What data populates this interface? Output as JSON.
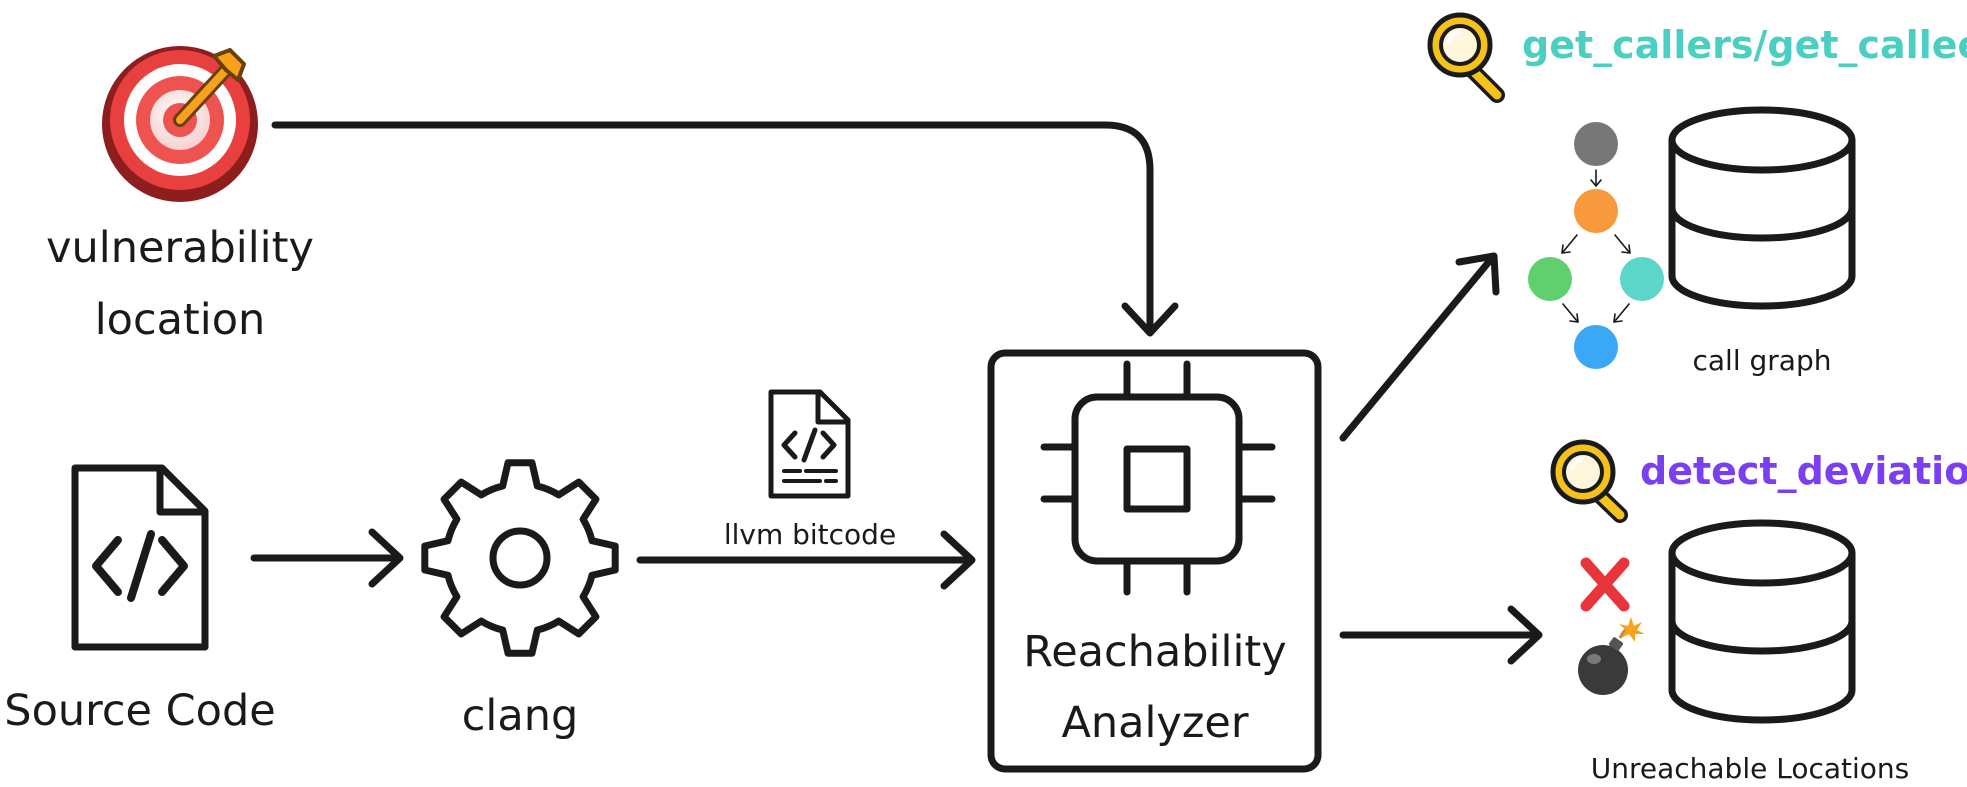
{
  "nodes": {
    "vulnerability": {
      "line1": "vulnerability",
      "line2": "location",
      "icon": "target-icon"
    },
    "source_code": {
      "label": "Source Code",
      "icon": "code-file-icon"
    },
    "clang": {
      "label": "clang",
      "icon": "gear-icon"
    },
    "bitcode": {
      "label": "llvm bitcode",
      "icon": "code-file-icon"
    },
    "analyzer": {
      "line1": "Reachability",
      "line2": "Analyzer",
      "icon": "chip-icon"
    },
    "call_graph": {
      "label": "call graph",
      "icon": "database-icon"
    },
    "unreachable": {
      "label": "Unreachable Locations",
      "icon": "database-icon"
    }
  },
  "tools": {
    "callers": {
      "label": "get_callers/get_callees",
      "color": "#4ccfc3"
    },
    "deviation": {
      "label": "detect_deviation",
      "color": "#7b3ff2"
    }
  },
  "graph_colors": [
    "#777777",
    "#f9993e",
    "#60d06e",
    "#5cd6c8",
    "#3aa8f5"
  ],
  "colors": {
    "ink": "#1a1a1a",
    "magnifier": "#f5c21b",
    "cross": "#e8353b",
    "bomb": "#3a3a3a"
  }
}
